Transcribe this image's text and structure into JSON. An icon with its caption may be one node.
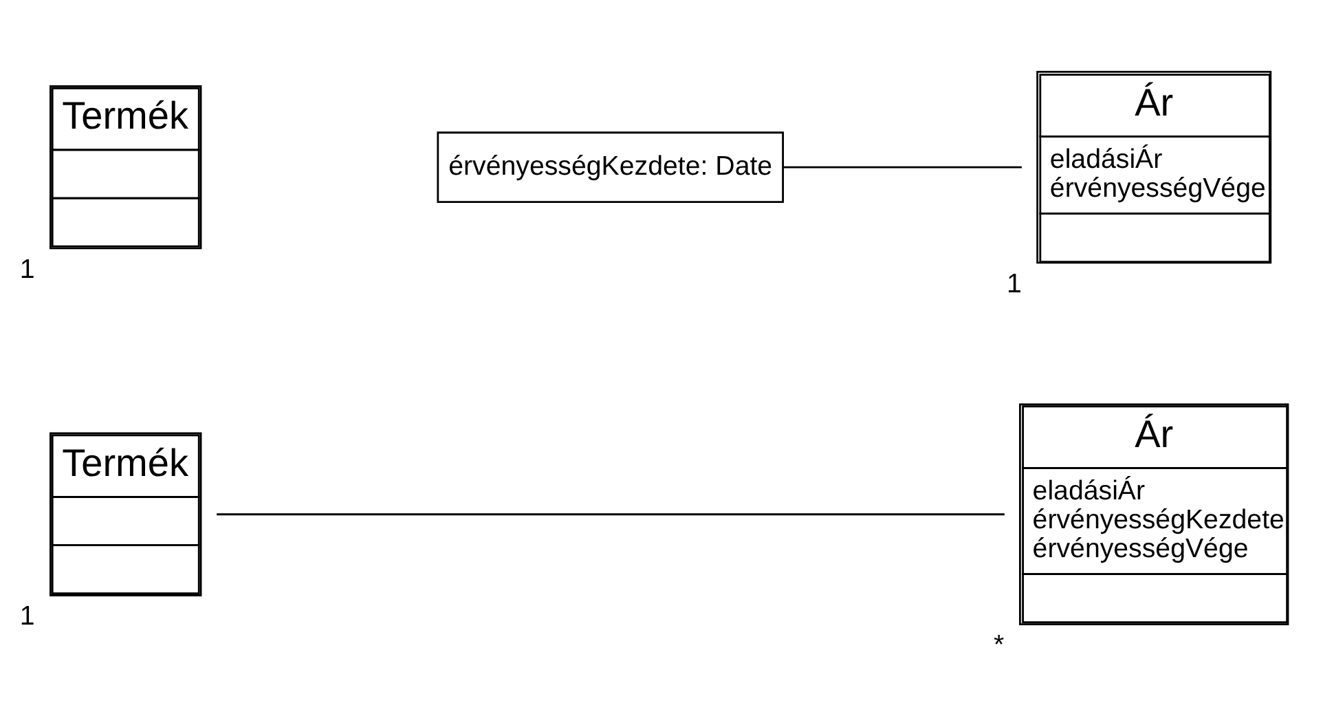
{
  "diagram": {
    "nodes": [
      {
        "text": [
          "Termék"
        ],
        "beside": [
          "1"
        ]
      },
      {
        "text": [
          "Ár",
          "eladásiÁr",
          "érvényességKezdete",
          "érvényességVége"
        ],
        "beside": [
          "*"
        ]
      },
      {
        "text": [
          "Termék"
        ],
        "beside": [
          "1"
        ]
      },
      {
        "text": [
          "érvényességKezdete: Date"
        ]
      },
      {
        "text": [
          "Ár",
          "eladásiÁr",
          "érvényességVége"
        ],
        "beside": [
          "1"
        ]
      }
    ],
    "edges": [
      {
        "from": 0,
        "to": 1,
        "arrow": "none"
      },
      {
        "from": 3,
        "to": 4,
        "arrow": "none"
      }
    ]
  }
}
